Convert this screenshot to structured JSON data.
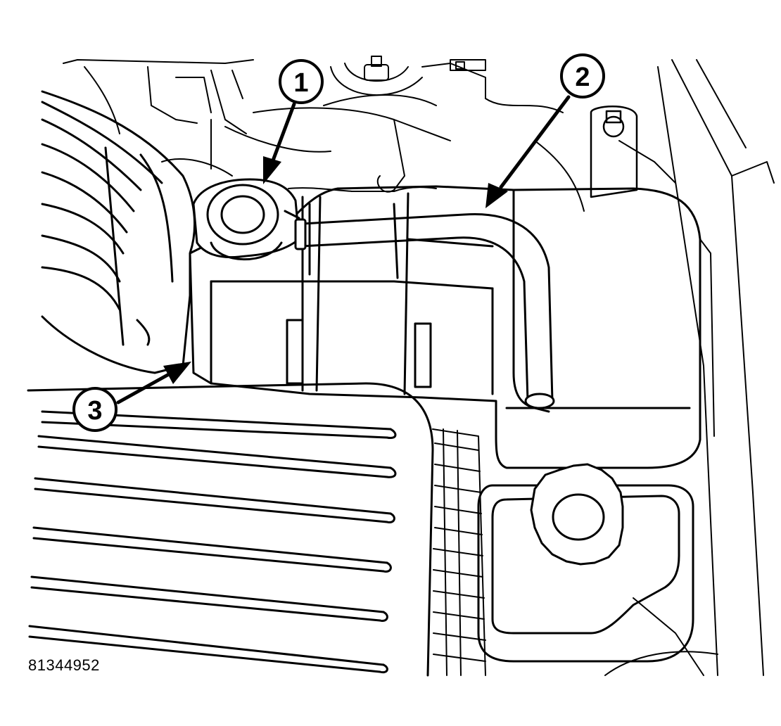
{
  "figure_id": "81344952",
  "callouts": [
    {
      "number": "1"
    },
    {
      "number": "2"
    },
    {
      "number": "3"
    }
  ],
  "colors": {
    "line": "#000000",
    "fill": "#ffffff"
  }
}
